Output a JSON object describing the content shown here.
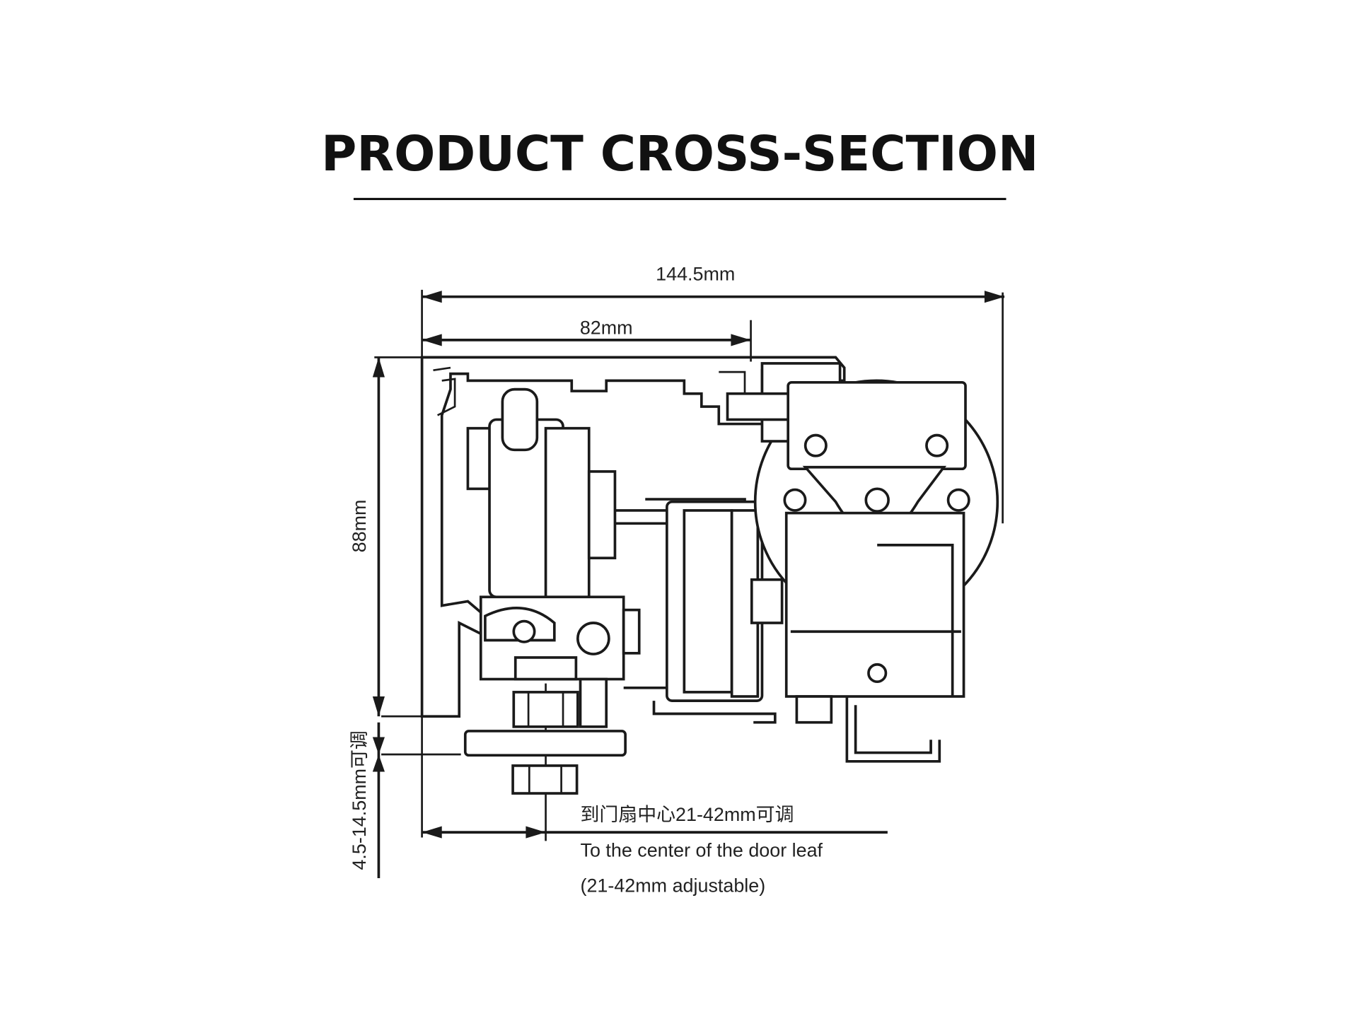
{
  "title": "PRODUCT CROSS-SECTION",
  "dimensions": {
    "overall_width": "144.5mm",
    "track_width": "82mm",
    "height": "88mm",
    "adjust_height": "4.5-14.5mm可调"
  },
  "annotation": {
    "zh": "到门扇中心21-42mm可调",
    "en_line1": "To the center of the door leaf",
    "en_line2": "(21-42mm adjustable)"
  }
}
